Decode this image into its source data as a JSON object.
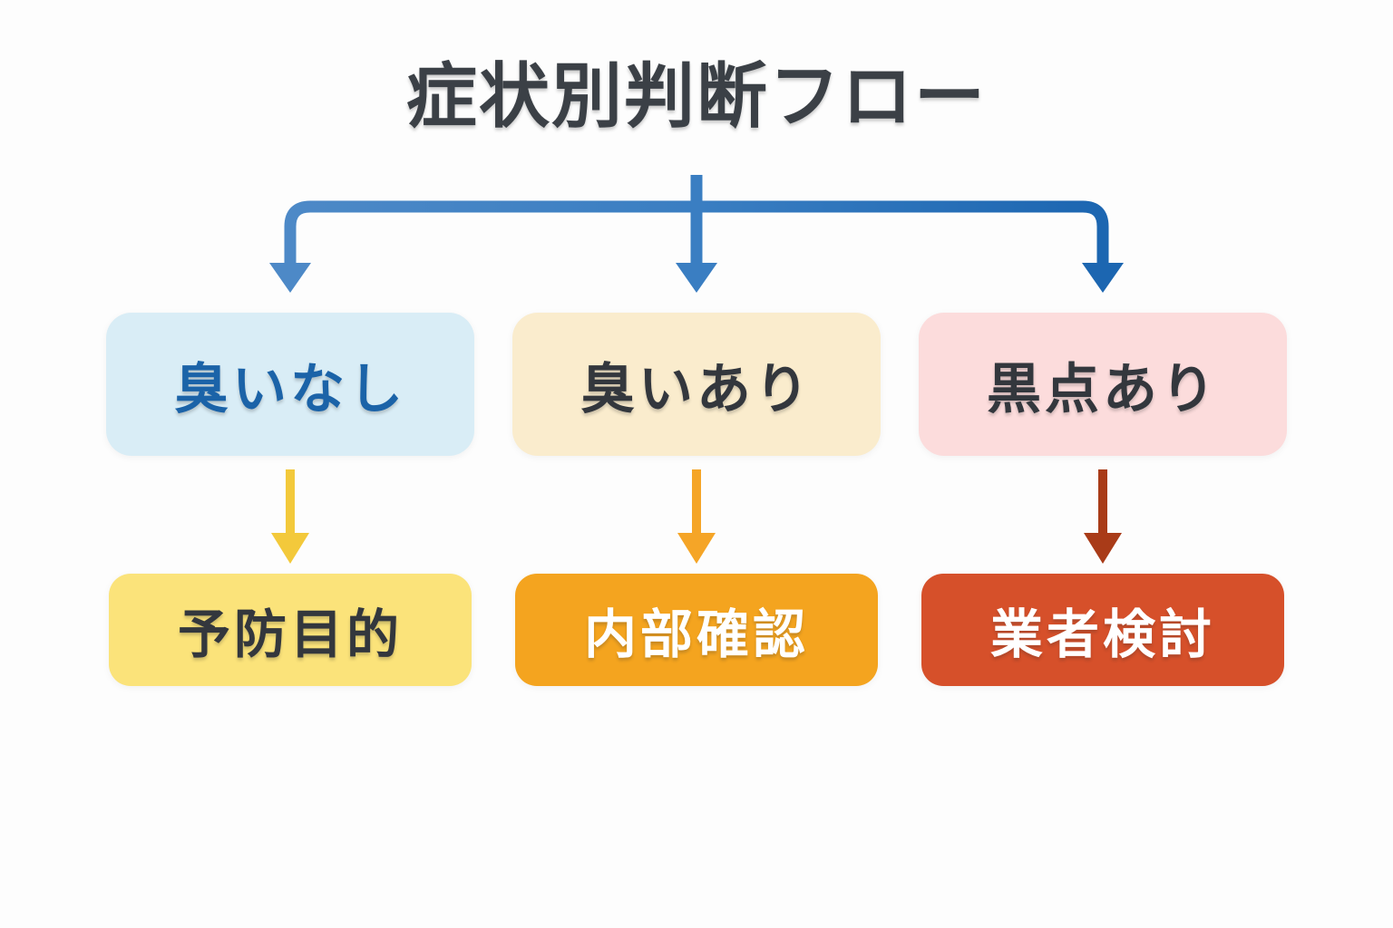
{
  "title": "症状別判断フロー",
  "background_color": "#fdfdfd",
  "title_color": "#3b4046",
  "connector": {
    "left_color": "#4d89c7",
    "center_color": "#3a7ec2",
    "right_color": "#1c66b1"
  },
  "branches": [
    {
      "id": "no-smell",
      "condition": {
        "label": "臭いなし",
        "bg": "#d9edf6",
        "color": "#1b63a8"
      },
      "arrow_color": "#f3c93b",
      "action": {
        "label": "予防目的",
        "bg": "#fbe37a",
        "color": "#33373d"
      }
    },
    {
      "id": "smell-present",
      "condition": {
        "label": "臭いあり",
        "bg": "#faeccd",
        "color": "#33373d"
      },
      "arrow_color": "#f5a527",
      "action": {
        "label": "内部確認",
        "bg": "#f4a41f",
        "color": "#ffffff"
      }
    },
    {
      "id": "black-spots",
      "condition": {
        "label": "黒点あり",
        "bg": "#fcdcdc",
        "color": "#33373d"
      },
      "arrow_color": "#a93b18",
      "action": {
        "label": "業者検討",
        "bg": "#d6502a",
        "color": "#ffffff"
      }
    }
  ]
}
